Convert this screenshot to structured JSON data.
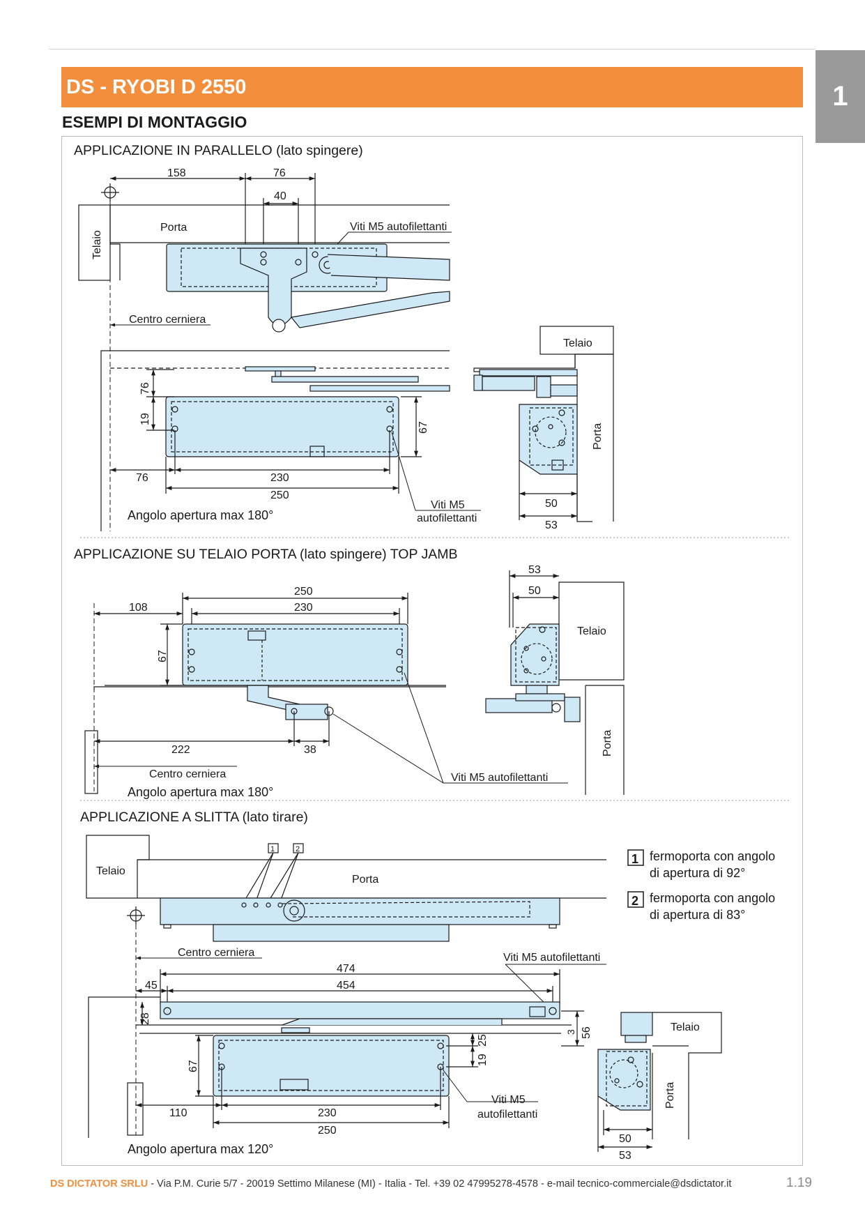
{
  "chapter_number": "1",
  "title": "DS - RYOBI D 2550",
  "section_heading": "ESEMPI DI MONTAGGIO",
  "colors": {
    "accent": "#f28e3c",
    "part_fill": "#cfe8f6",
    "tab": "#9a9a9a"
  },
  "diagram_parallel": {
    "heading": "APPLICAZIONE IN PARALLELO (lato spingere)",
    "labels": {
      "telaio": "Telaio",
      "porta": "Porta",
      "viti_top": "Viti M5 autofilettanti",
      "centro_cerniera": "Centro cerniera",
      "telaio_side": "Telaio",
      "porta_side": "Porta",
      "viti_line1": "Viti M5",
      "viti_line2": "autofilettanti",
      "angle": "Angolo apertura max 180°"
    },
    "dims": {
      "d158": "158",
      "d76_top": "76",
      "d40": "40",
      "d76_v": "76",
      "d19": "19",
      "d67": "67",
      "d76_h": "76",
      "d230": "230",
      "d250": "250",
      "d50": "50",
      "d53": "53"
    }
  },
  "diagram_topjamb": {
    "heading": "APPLICAZIONE SU TELAIO PORTA (lato spingere) TOP JAMB",
    "labels": {
      "telaio": "Telaio",
      "porta": "Porta",
      "centro_cerniera": "Centro cerniera",
      "viti": "Viti M5 autofilettanti",
      "angle": "Angolo apertura max 180°"
    },
    "dims": {
      "d53": "53",
      "d50": "50",
      "d250": "250",
      "d230": "230",
      "d108": "108",
      "d67": "67",
      "d222": "222",
      "d38": "38"
    }
  },
  "diagram_slide": {
    "heading": "APPLICAZIONE A SLITTA (lato tirare)",
    "labels": {
      "telaio": "Telaio",
      "porta": "Porta",
      "centro_cerniera": "Centro cerniera",
      "viti_top": "Viti M5 autofilettanti",
      "viti_line1": "Viti M5",
      "viti_line2": "autofilettanti",
      "telaio_side": "Telaio",
      "porta_side": "Porta",
      "angle": "Angolo apertura max 120°",
      "callout1": "1",
      "callout2": "2"
    },
    "legend": [
      {
        "num": "1",
        "line1": "fermoporta con angolo",
        "line2": "di apertura di 92°"
      },
      {
        "num": "2",
        "line1": "fermoporta con angolo",
        "line2": "di apertura di 83°"
      }
    ],
    "dims": {
      "d474": "474",
      "d454": "454",
      "d45": "45",
      "d28": "28",
      "d67": "67",
      "d3": "3",
      "d56": "56",
      "d25": "25",
      "d19": "19",
      "d110": "110",
      "d230": "230",
      "d250": "250",
      "d50": "50",
      "d53": "53"
    }
  },
  "footer": {
    "company": "DS DICTATOR SRLU",
    "text": " - Via P.M. Curie 5/7 - 20019 Settimo Milanese (MI) - Italia - Tel. +39 02 47995278-4578 - e-mail tecnico-commerciale@dsdictator.it",
    "page": "1.19"
  }
}
